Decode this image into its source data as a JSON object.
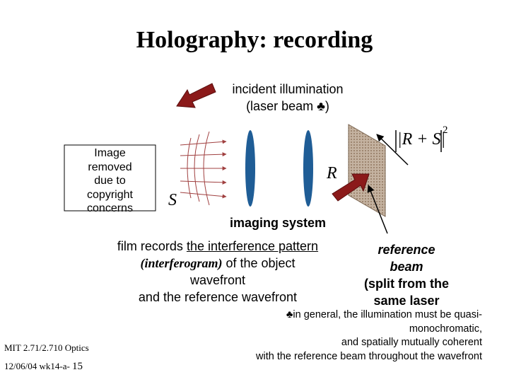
{
  "title": "Holography: recording",
  "incident": {
    "line1": "incident illumination",
    "line2_prefix": "(laser beam ",
    "line2_symbol": "♣",
    "line2_suffix": ")"
  },
  "image_placeholder": {
    "l1": "Image",
    "l2": "removed",
    "l3": "due to",
    "l4": "copyright",
    "l5": "concerns"
  },
  "labels": {
    "S": "S",
    "R": "R",
    "formula": "|R + S|",
    "exponent": "2"
  },
  "imaging_system": "imaging system",
  "film": {
    "l1_prefix": "film records ",
    "l1_underlined": "the interference pattern",
    "l2_emph": "(interferogram)",
    "l2_rest": " of the object",
    "l3": "wavefront",
    "l4": "and the reference wavefront"
  },
  "reference": {
    "l1": "reference",
    "l2": "beam",
    "l3": "(split from the",
    "l4": "same laser"
  },
  "note": {
    "symbol": "♣",
    "l1": "in general, the illumination must be quasi-",
    "l2": "monochromatic,",
    "l3": "and spatially mutually coherent",
    "l4": "with the reference beam throughout the wavefront"
  },
  "footer": {
    "course": "MIT 2.71/2.710 Optics",
    "date": "12/06/04 wk14-a-",
    "page": "15"
  },
  "colors": {
    "lens": "#1f5d96",
    "arrow": "#8b1a1a",
    "film": "#b09a85",
    "waves": "#a04040"
  }
}
